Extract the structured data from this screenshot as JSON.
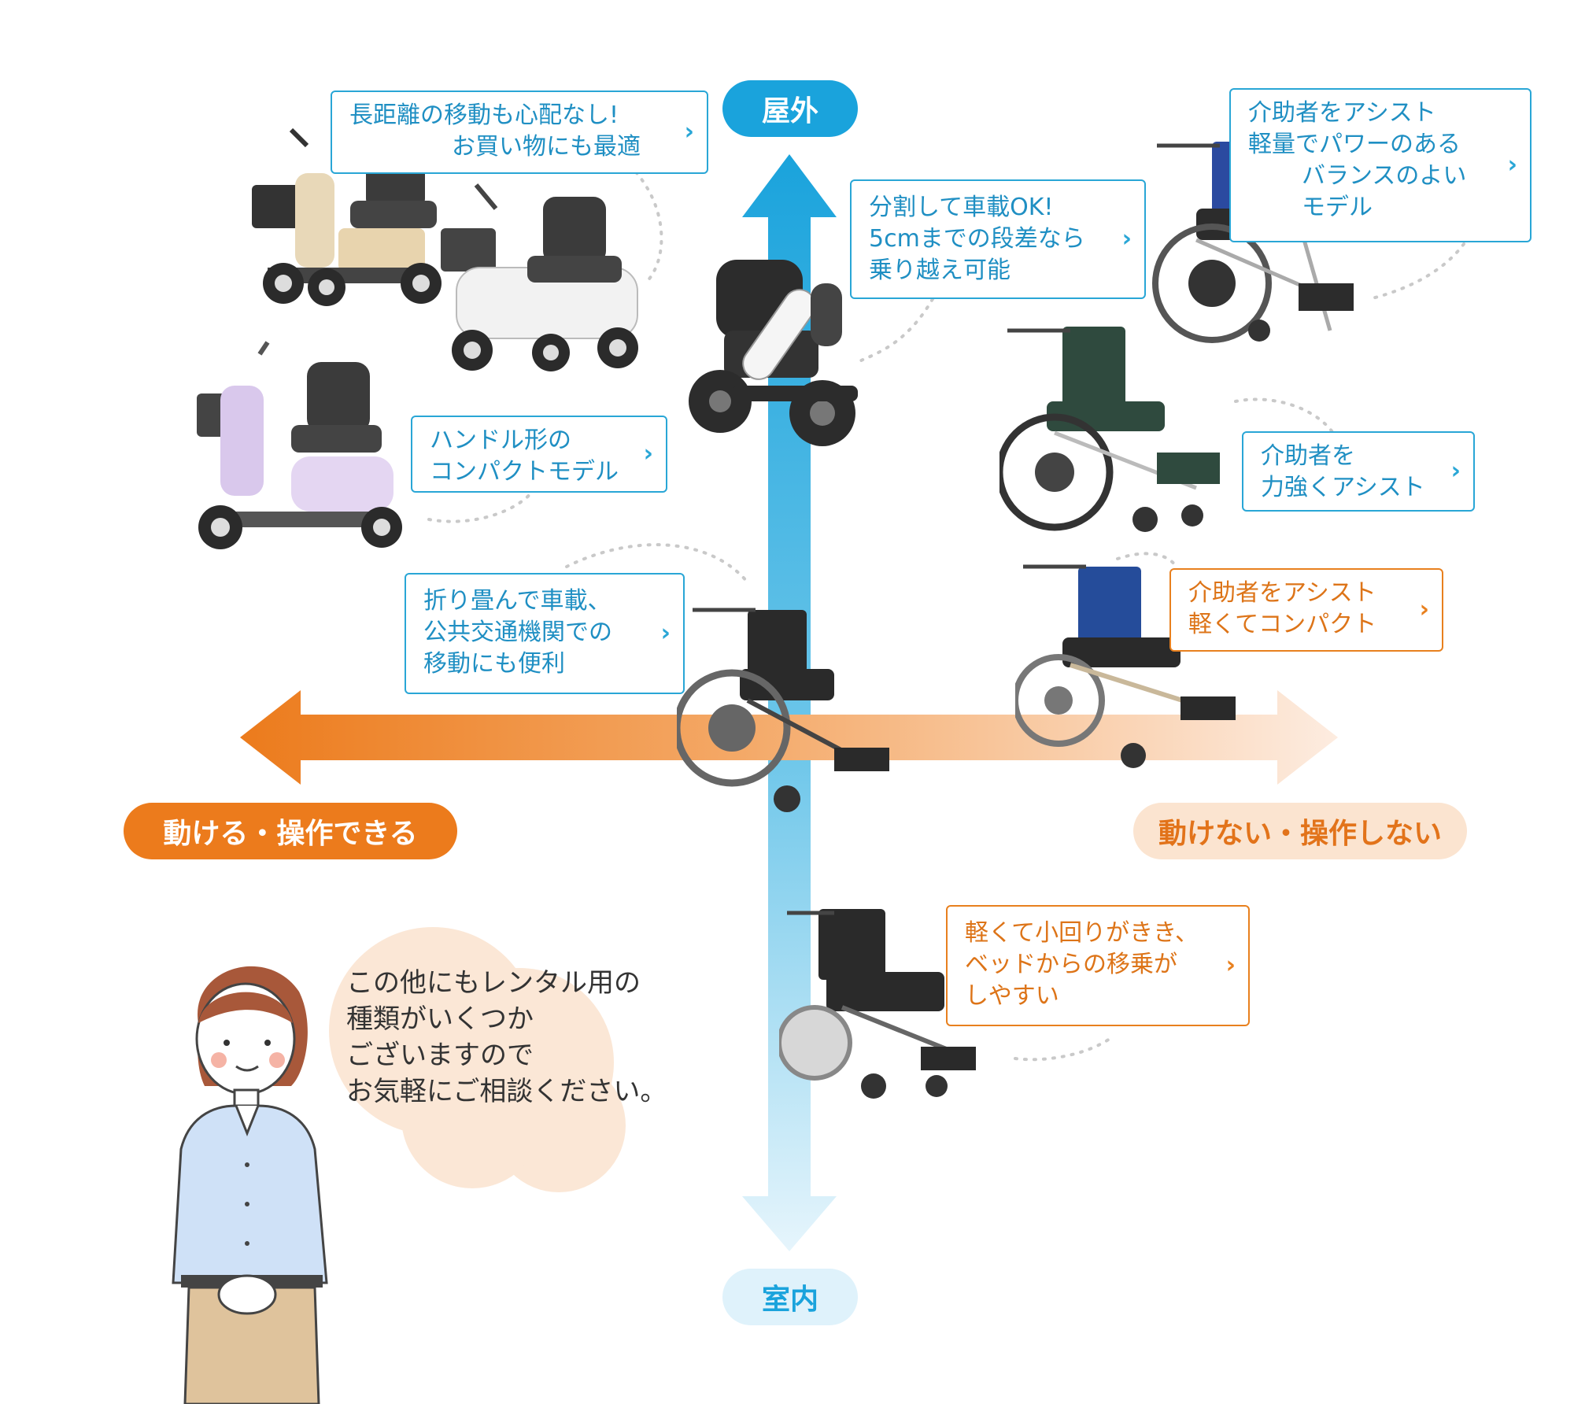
{
  "axis": {
    "top_label": "屋外",
    "bottom_label": "室内",
    "left_label": "動ける・操作できる",
    "right_label": "動けない・操作しない"
  },
  "products": [
    {
      "lines": [
        "長距離の移動も心配なし!",
        "お買い物にも最適"
      ],
      "color": "blue",
      "icon": "chevron-right"
    },
    {
      "lines": [
        "ハンドル形の",
        "コンパクトモデル"
      ],
      "color": "blue",
      "icon": "chevron-right"
    },
    {
      "lines": [
        "分割して車載OK!",
        "5cmまでの段差なら",
        "乗り越え可能"
      ],
      "color": "blue",
      "icon": "chevron-right"
    },
    {
      "lines": [
        "介助者をアシスト",
        "軽量でパワーのある",
        "バランスのよい",
        "モデル"
      ],
      "color": "blue",
      "icon": "chevron-right"
    },
    {
      "lines": [
        "介助者を",
        "力強くアシスト"
      ],
      "color": "blue",
      "icon": "chevron-right"
    },
    {
      "lines": [
        "折り畳んで車載、",
        "公共交通機関での",
        "移動にも便利"
      ],
      "color": "blue",
      "icon": "chevron-right"
    },
    {
      "lines": [
        "介助者をアシスト",
        "軽くてコンパクト"
      ],
      "color": "orange",
      "icon": "chevron-right"
    },
    {
      "lines": [
        "軽くて小回りがきき、",
        "ベッドからの移乗が",
        "しやすい"
      ],
      "color": "orange",
      "icon": "chevron-right"
    }
  ],
  "message": {
    "lines": [
      "この他にもレンタル用の",
      "種類がいくつか",
      "ございますので",
      "お気軽にご相談ください。"
    ]
  },
  "colors": {
    "blue": "#29a6d6",
    "orange": "#e8801e",
    "bubble": "#fbe7d6",
    "light_blue_pill": "#dff2fb",
    "light_orange_pill": "#fbe4d0"
  }
}
